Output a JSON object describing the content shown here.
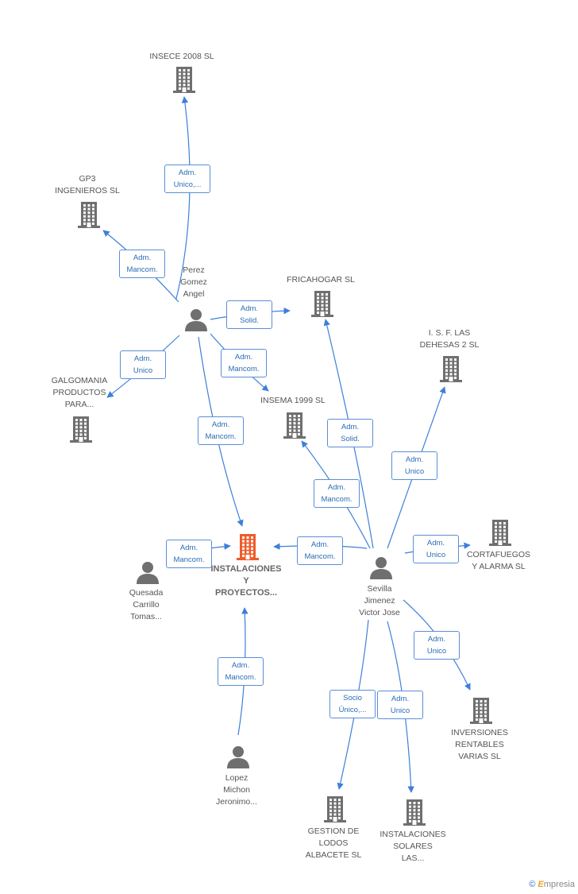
{
  "colors": {
    "edge": "#3d7fd9",
    "building": "#6f6f6f",
    "building_main": "#ef5b2b",
    "person": "#6f6f6f"
  },
  "nodes": {
    "insece": {
      "type": "company",
      "label": "INSECE 2008 SL"
    },
    "gp3": {
      "type": "company",
      "label": "GP3\nINGENIEROS  SL"
    },
    "perez": {
      "type": "person",
      "label": "Perez\nGomez\nAngel"
    },
    "fricahogar": {
      "type": "company",
      "label": "FRICAHOGAR SL"
    },
    "isf": {
      "type": "company",
      "label": "I.  S. F. LAS\nDEHESAS 2 SL"
    },
    "galgomania": {
      "type": "company",
      "label": "GALGOMANIA\nPRODUCTOS\nPARA..."
    },
    "insema": {
      "type": "company",
      "label": "INSEMA 1999 SL"
    },
    "main": {
      "type": "company_main",
      "label": "INSTALACIONES\nY\nPROYECTOS..."
    },
    "quesada": {
      "type": "person",
      "label": "Quesada\nCarrillo\nTomas..."
    },
    "sevilla": {
      "type": "person",
      "label": "Sevilla\nJimenez\nVictor Jose"
    },
    "cortafuegos": {
      "type": "company",
      "label": "CORTAFUEGOS\nY ALARMA SL"
    },
    "inversiones": {
      "type": "company",
      "label": "INVERSIONES\nRENTABLES\nVARIAS SL"
    },
    "lopez": {
      "type": "person",
      "label": "Lopez\nMichon\nJeronimo..."
    },
    "gestion": {
      "type": "company",
      "label": "GESTION DE\nLODOS\nALBACETE SL"
    },
    "solares": {
      "type": "company",
      "label": "INSTALACIONES\nSOLARES\nLAS..."
    }
  },
  "edges": [
    {
      "from": "perez",
      "to": "insece",
      "label": "Adm.\nUnico,..."
    },
    {
      "from": "perez",
      "to": "gp3",
      "label": "Adm.\nMancom."
    },
    {
      "from": "perez",
      "to": "fricahogar",
      "label": "Adm.\nSolid."
    },
    {
      "from": "perez",
      "to": "galgomania",
      "label": "Adm.\nUnico"
    },
    {
      "from": "perez",
      "to": "insema",
      "label": "Adm.\nMancom."
    },
    {
      "from": "perez",
      "to": "main",
      "label": "Adm.\nMancom."
    },
    {
      "from": "quesada",
      "to": "main",
      "label": "Adm.\nMancom."
    },
    {
      "from": "sevilla",
      "to": "fricahogar",
      "label": "Adm.\nSolid."
    },
    {
      "from": "sevilla",
      "to": "isf",
      "label": "Adm.\nUnico"
    },
    {
      "from": "sevilla",
      "to": "insema",
      "label": "Adm.\nMancom."
    },
    {
      "from": "sevilla",
      "to": "main",
      "label": "Adm.\nMancom."
    },
    {
      "from": "sevilla",
      "to": "cortafuegos",
      "label": "Adm.\nUnico"
    },
    {
      "from": "sevilla",
      "to": "inversiones",
      "label": "Adm.\nUnico"
    },
    {
      "from": "sevilla",
      "to": "gestion",
      "label": "Socio\nÚnico,..."
    },
    {
      "from": "sevilla",
      "to": "solares",
      "label": "Adm.\nUnico"
    },
    {
      "from": "lopez",
      "to": "main",
      "label": "Adm.\nMancom."
    }
  ],
  "watermark": {
    "copyright": "©",
    "brand_first": "E",
    "brand_rest": "mpresia"
  }
}
